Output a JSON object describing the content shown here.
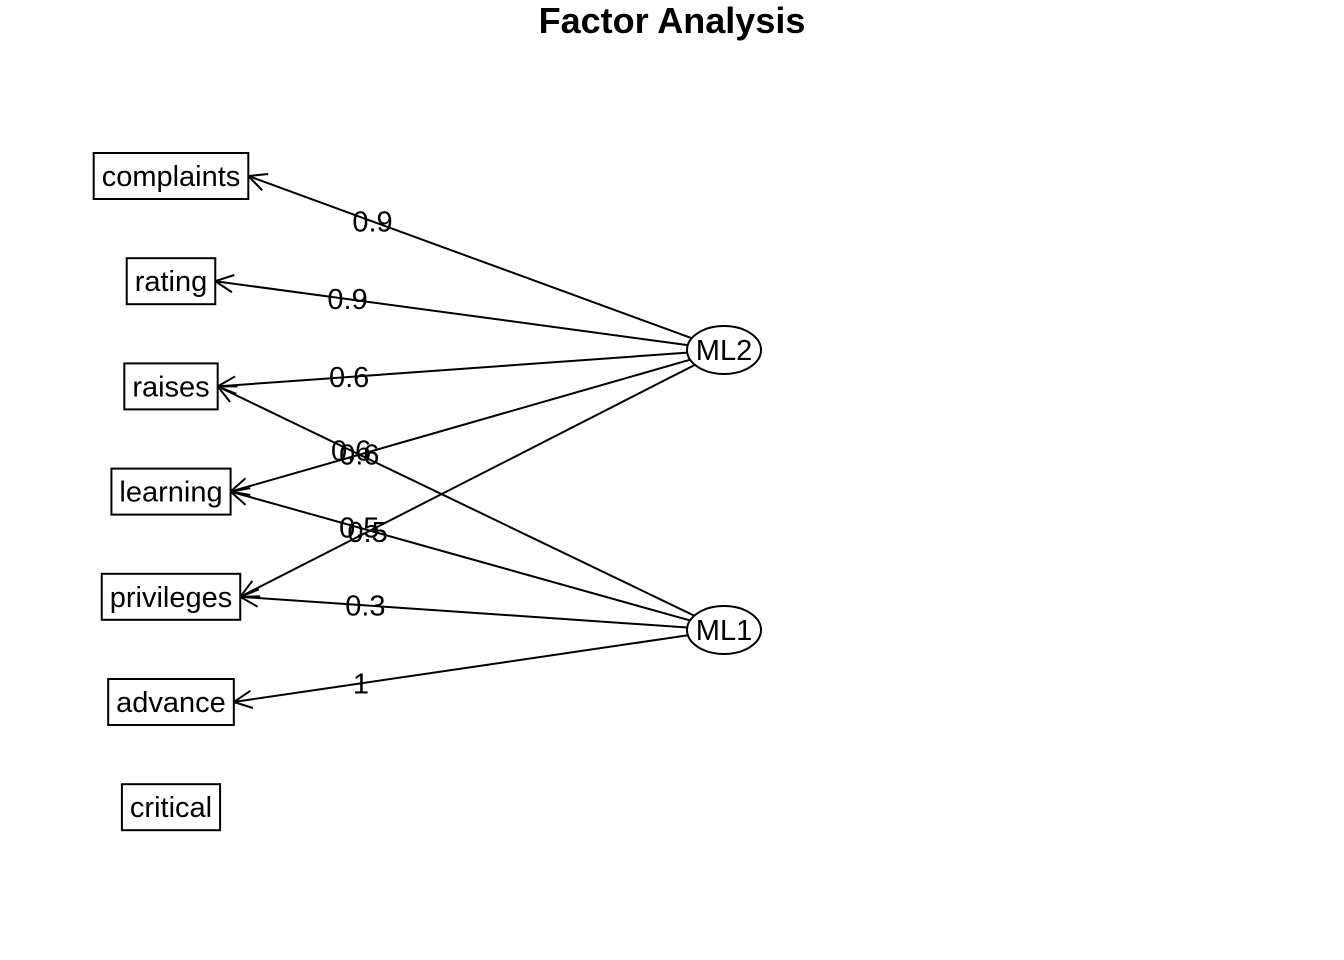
{
  "title": "Factor Analysis",
  "variables": [
    "complaints",
    "rating",
    "raises",
    "learning",
    "privileges",
    "advance",
    "critical"
  ],
  "factors": [
    "ML2",
    "ML1"
  ],
  "loadings": [
    {
      "factor": "ML2",
      "variable": "complaints",
      "label": "0.9"
    },
    {
      "factor": "ML2",
      "variable": "rating",
      "label": "0.9"
    },
    {
      "factor": "ML2",
      "variable": "raises",
      "label": "0.6"
    },
    {
      "factor": "ML2",
      "variable": "learning",
      "label": "0.6"
    },
    {
      "factor": "ML2",
      "variable": "privileges",
      "label": "0.5"
    },
    {
      "factor": "ML1",
      "variable": "raises",
      "label": "0.6"
    },
    {
      "factor": "ML1",
      "variable": "learning",
      "label": "0.5"
    },
    {
      "factor": "ML1",
      "variable": "privileges",
      "label": "0.3"
    },
    {
      "factor": "ML1",
      "variable": "advance",
      "label": "1"
    }
  ]
}
